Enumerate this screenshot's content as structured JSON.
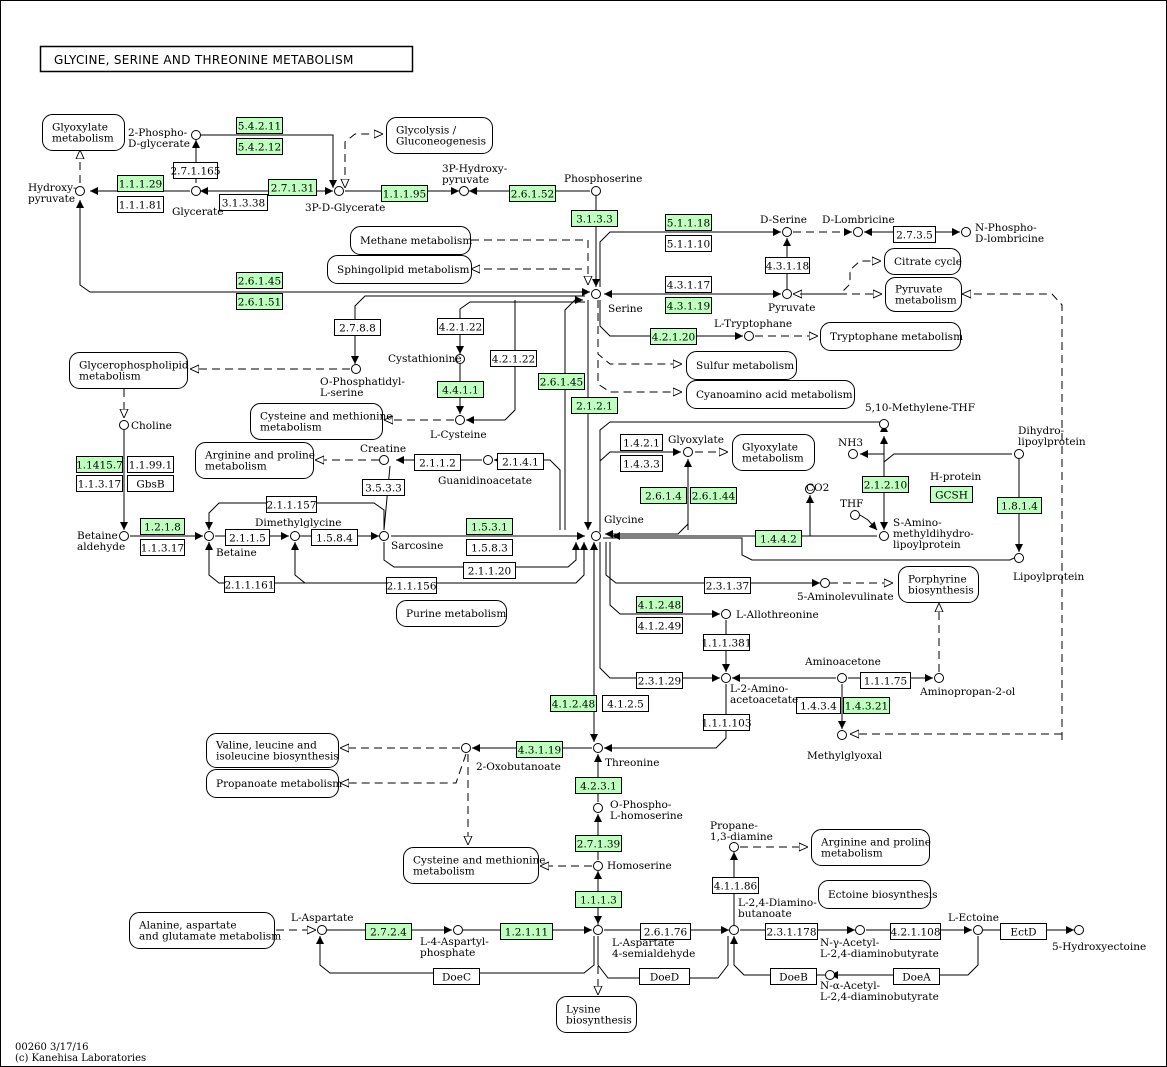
{
  "title": "GLYCINE, SERINE AND THREONINE METABOLISM",
  "footer": {
    "map_id": "00260 3/17/16",
    "copyright": "(c) Kanehisa Laboratories"
  },
  "colors": {
    "enzyme_highlight": "#bfffbf",
    "enzyme_plain": "#ffffff",
    "line": "#000000"
  },
  "enzymes": [
    {
      "label": "5.4.2.11",
      "hl": true
    },
    {
      "label": "5.4.2.12",
      "hl": true
    },
    {
      "label": "2.7.1.165",
      "hl": false
    },
    {
      "label": "1.1.1.29",
      "hl": true
    },
    {
      "label": "1.1.1.81",
      "hl": false
    },
    {
      "label": "2.7.1.31",
      "hl": true
    },
    {
      "label": "3.1.3.38",
      "hl": false
    },
    {
      "label": "1.1.1.95",
      "hl": true
    },
    {
      "label": "2.6.1.52",
      "hl": true
    },
    {
      "label": "3.1.3.3",
      "hl": true
    },
    {
      "label": "5.1.1.18",
      "hl": true
    },
    {
      "label": "5.1.1.10",
      "hl": false
    },
    {
      "label": "2.7.3.5",
      "hl": false
    },
    {
      "label": "4.3.1.18",
      "hl": false
    },
    {
      "label": "4.3.1.17",
      "hl": false
    },
    {
      "label": "4.3.1.19",
      "hl": true
    },
    {
      "label": "2.6.1.45",
      "hl": true
    },
    {
      "label": "2.6.1.51",
      "hl": true
    },
    {
      "label": "2.7.8.8",
      "hl": false
    },
    {
      "label": "4.2.1.22",
      "hl": false
    },
    {
      "label": "4.2.1.22",
      "hl": false
    },
    {
      "label": "4.2.1.20",
      "hl": true
    },
    {
      "label": "4.4.1.1",
      "hl": true
    },
    {
      "label": "2.6.1.45",
      "hl": true
    },
    {
      "label": "2.1.2.1",
      "hl": true
    },
    {
      "label": "1.4.2.1",
      "hl": false
    },
    {
      "label": "1.4.3.3",
      "hl": false
    },
    {
      "label": "2.1.4.1",
      "hl": false
    },
    {
      "label": "2.1.1.2",
      "hl": false
    },
    {
      "label": "3.5.3.3",
      "hl": false
    },
    {
      "label": "2.6.1.4",
      "hl": true
    },
    {
      "label": "2.6.1.44",
      "hl": true
    },
    {
      "label": "2.1.2.10",
      "hl": true
    },
    {
      "label": "GCSH",
      "hl": true
    },
    {
      "label": "1.8.1.4",
      "hl": true
    },
    {
      "label": "1.4.4.2",
      "hl": true
    },
    {
      "label": "1.1415.7",
      "hl": true
    },
    {
      "label": "1.1.99.1",
      "hl": false
    },
    {
      "label": "1.1.3.17",
      "hl": false
    },
    {
      "label": "GbsB",
      "hl": false
    },
    {
      "label": "1.2.1.8",
      "hl": true
    },
    {
      "label": "1.1.3.17",
      "hl": false
    },
    {
      "label": "2.1.1.157",
      "hl": false
    },
    {
      "label": "2.1.1.5",
      "hl": false
    },
    {
      "label": "1.5.8.4",
      "hl": false
    },
    {
      "label": "1.5.3.1",
      "hl": true
    },
    {
      "label": "1.5.8.3",
      "hl": false
    },
    {
      "label": "2.1.1.20",
      "hl": false
    },
    {
      "label": "2.1.1.161",
      "hl": false
    },
    {
      "label": "2.1.1.156",
      "hl": false
    },
    {
      "label": "2.3.1.37",
      "hl": false
    },
    {
      "label": "4.1.2.48",
      "hl": true
    },
    {
      "label": "4.1.2.49",
      "hl": false
    },
    {
      "label": "1.1.1.381",
      "hl": false
    },
    {
      "label": "2.3.1.29",
      "hl": false
    },
    {
      "label": "1.1.1.75",
      "hl": false
    },
    {
      "label": "1.4.3.4",
      "hl": false
    },
    {
      "label": "1.4.3.21",
      "hl": true
    },
    {
      "label": "1.1.1.103",
      "hl": false
    },
    {
      "label": "4.1.2.48",
      "hl": true
    },
    {
      "label": "4.1.2.5",
      "hl": false
    },
    {
      "label": "4.3.1.19",
      "hl": true
    },
    {
      "label": "4.2.3.1",
      "hl": true
    },
    {
      "label": "2.7.1.39",
      "hl": true
    },
    {
      "label": "1.1.1.3",
      "hl": true
    },
    {
      "label": "2.7.2.4",
      "hl": true
    },
    {
      "label": "1.2.1.11",
      "hl": true
    },
    {
      "label": "2.6.1.76",
      "hl": false
    },
    {
      "label": "4.1.1.86",
      "hl": false
    },
    {
      "label": "2.3.1.178",
      "hl": false
    },
    {
      "label": "4.2.1.108",
      "hl": false
    },
    {
      "label": "EctD",
      "hl": false
    },
    {
      "label": "DoeC",
      "hl": false
    },
    {
      "label": "DoeD",
      "hl": false
    },
    {
      "label": "DoeB",
      "hl": false
    },
    {
      "label": "DoeA",
      "hl": false
    }
  ],
  "maps": [
    {
      "lines": [
        "Glyoxylate",
        "metabolism"
      ]
    },
    {
      "lines": [
        "Glycolysis /",
        "Gluconeogenesis"
      ]
    },
    {
      "lines": [
        "Methane metabolism"
      ]
    },
    {
      "lines": [
        "Sphingolipid metabolism"
      ]
    },
    {
      "lines": [
        "Citrate cycle"
      ]
    },
    {
      "lines": [
        "Pyruvate",
        "metabolism"
      ]
    },
    {
      "lines": [
        "Glycerophospholipid",
        "metabolism"
      ]
    },
    {
      "lines": [
        "Tryptophane metabolism"
      ]
    },
    {
      "lines": [
        "Sulfur metabolism"
      ]
    },
    {
      "lines": [
        "Cyanoamino acid metabolism"
      ]
    },
    {
      "lines": [
        "Cysteine and methionine",
        "metabolism"
      ]
    },
    {
      "lines": [
        "Arginine and proline",
        "metabolism"
      ]
    },
    {
      "lines": [
        "Glyoxylate",
        "metabolism"
      ]
    },
    {
      "lines": [
        "Porphyrine",
        "biosynthesis"
      ]
    },
    {
      "lines": [
        "Purine metabolism"
      ]
    },
    {
      "lines": [
        "Valine, leucine and",
        "isoleucine biosynthesis"
      ]
    },
    {
      "lines": [
        "Propanoate metabolism"
      ]
    },
    {
      "lines": [
        "Cysteine and methionine",
        "metabolism"
      ]
    },
    {
      "lines": [
        "Arginine and proline",
        "metabolism"
      ]
    },
    {
      "lines": [
        "Ectoine biosynthesis"
      ]
    },
    {
      "lines": [
        "Alanine, aspartate",
        "and glutamate metabolism"
      ]
    },
    {
      "lines": [
        "Lysine",
        "biosynthesis"
      ]
    }
  ],
  "compounds": [
    {
      "name": "hydroxypyruvate",
      "lines": [
        "Hydroxy-",
        "pyruvate"
      ]
    },
    {
      "name": "2-phospho-d-glycerate",
      "lines": [
        "2-Phospho-",
        "D-glycerate"
      ]
    },
    {
      "name": "glycerate",
      "lines": [
        "Glycerate"
      ]
    },
    {
      "name": "3p-d-glycerate",
      "lines": [
        "3P-D-Glycerate"
      ]
    },
    {
      "name": "3p-hydroxypyruvate",
      "lines": [
        "3P-Hydroxy-",
        "pyruvate"
      ]
    },
    {
      "name": "phosphoserine",
      "lines": [
        "Phosphoserine"
      ]
    },
    {
      "name": "d-serine",
      "lines": [
        "D-Serine"
      ]
    },
    {
      "name": "d-lombricine",
      "lines": [
        "D-Lombricine"
      ]
    },
    {
      "name": "n-phospho-d-lombricine",
      "lines": [
        "N-Phospho-",
        "D-lombricine"
      ]
    },
    {
      "name": "serine",
      "lines": [
        "Serine"
      ]
    },
    {
      "name": "pyruvate",
      "lines": [
        "Pyruvate"
      ]
    },
    {
      "name": "l-tryptophane",
      "lines": [
        "L-Tryptophane"
      ]
    },
    {
      "name": "cystathionine",
      "lines": [
        "Cystathionine"
      ]
    },
    {
      "name": "o-phosphatidyl-l-serine",
      "lines": [
        "O-Phosphatidyl-",
        "L-serine"
      ]
    },
    {
      "name": "choline",
      "lines": [
        "Choline"
      ]
    },
    {
      "name": "l-cysteine",
      "lines": [
        "L-Cysteine"
      ]
    },
    {
      "name": "5-10-methylene-thf",
      "lines": [
        "5,10-Methylene-THF"
      ]
    },
    {
      "name": "dihydrolipoylprotein",
      "lines": [
        "Dihydro-",
        "lipoylprotein"
      ]
    },
    {
      "name": "creatine",
      "lines": [
        "Creatine"
      ]
    },
    {
      "name": "guanidinoacetate",
      "lines": [
        "Guanidinoacetate"
      ]
    },
    {
      "name": "glyoxylate",
      "lines": [
        "Glyoxylate"
      ]
    },
    {
      "name": "nh3",
      "lines": [
        "NH3"
      ]
    },
    {
      "name": "h-protein",
      "lines": [
        "H-protein"
      ]
    },
    {
      "name": "co2",
      "lines": [
        "CO2"
      ]
    },
    {
      "name": "thf",
      "lines": [
        "THF"
      ]
    },
    {
      "name": "s-aminomethyldihydrolipoylprotein",
      "lines": [
        "S-Amino-",
        "methyldihydro-",
        "lipoylprotein"
      ]
    },
    {
      "name": "betaine-aldehyde",
      "lines": [
        "Betaine",
        "aldehyde"
      ]
    },
    {
      "name": "betaine",
      "lines": [
        "Betaine"
      ]
    },
    {
      "name": "dimethylglycine",
      "lines": [
        "Dimethylglycine"
      ]
    },
    {
      "name": "sarcosine",
      "lines": [
        "Sarcosine"
      ]
    },
    {
      "name": "glycine",
      "lines": [
        "Glycine"
      ]
    },
    {
      "name": "lipoylprotein",
      "lines": [
        "Lipoylprotein"
      ]
    },
    {
      "name": "5-aminolevulinate",
      "lines": [
        "5-Aminolevulinate"
      ]
    },
    {
      "name": "l-allothreonine",
      "lines": [
        "L-Allothreonine"
      ]
    },
    {
      "name": "aminoacetone",
      "lines": [
        "Aminoacetone"
      ]
    },
    {
      "name": "l-2-amino-acetoacetate",
      "lines": [
        "L-2-Amino-",
        "acetoacetate"
      ]
    },
    {
      "name": "aminopropan-2-ol",
      "lines": [
        "Aminopropan-2-ol"
      ]
    },
    {
      "name": "methylglyoxal",
      "lines": [
        "Methylglyoxal"
      ]
    },
    {
      "name": "2-oxobutanoate",
      "lines": [
        "2-Oxobutanoate"
      ]
    },
    {
      "name": "threonine",
      "lines": [
        "Threonine"
      ]
    },
    {
      "name": "o-phospho-l-homoserine",
      "lines": [
        "O-Phospho-",
        "L-homoserine"
      ]
    },
    {
      "name": "homoserine",
      "lines": [
        "Homoserine"
      ]
    },
    {
      "name": "propane-1-3-diamine",
      "lines": [
        "Propane-",
        "1,3-diamine"
      ]
    },
    {
      "name": "l-aspartate",
      "lines": [
        "L-Aspartate"
      ]
    },
    {
      "name": "l-4-aspartyl-phosphate",
      "lines": [
        "L-4-Aspartyl-",
        "phosphate"
      ]
    },
    {
      "name": "l-aspartate-4-semialdehyde",
      "lines": [
        "L-Aspartate",
        "4-semialdehyde"
      ]
    },
    {
      "name": "l-2-4-diaminobutanoate",
      "lines": [
        "L-2,4-Diamino-",
        "butanoate"
      ]
    },
    {
      "name": "n-gamma-acetyl-l-2-4-diaminobutyrate",
      "lines": [
        "N-γ-Acetyl-",
        "L-2,4-diaminobutyrate"
      ]
    },
    {
      "name": "l-ectoine",
      "lines": [
        "L-Ectoine"
      ]
    },
    {
      "name": "5-hydroxyectoine",
      "lines": [
        "5-Hydroxyectoine"
      ]
    },
    {
      "name": "n-alpha-acetyl-l-2-4-diaminobutyrate",
      "lines": [
        "N-α-Acetyl-",
        "L-2,4-diaminobutyrate"
      ]
    }
  ]
}
